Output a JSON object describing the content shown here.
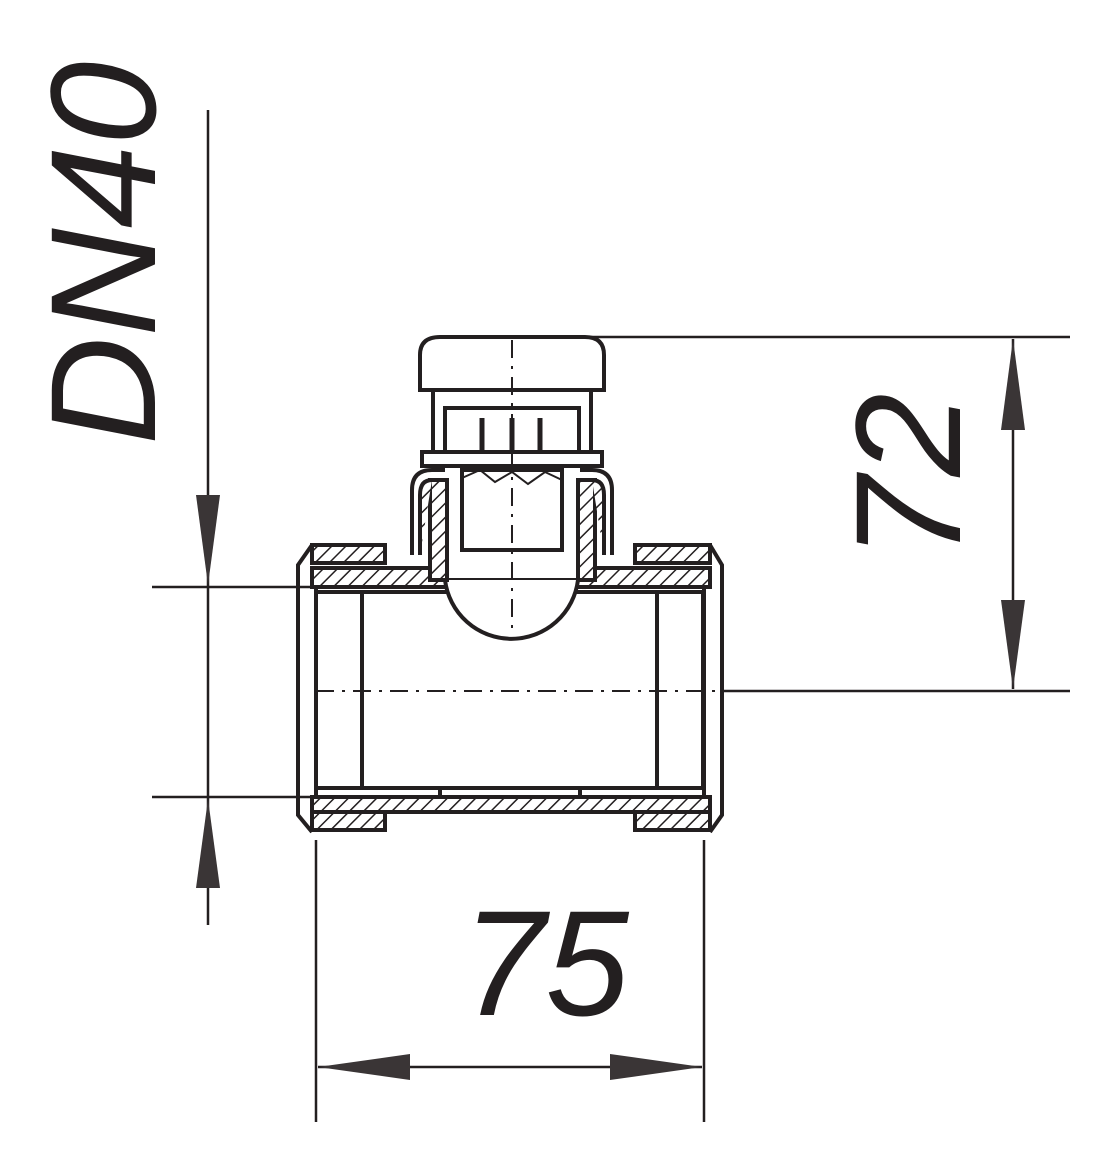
{
  "drawing": {
    "type": "technical-section-drawing",
    "subject": "pipe tee fitting with cap",
    "line_color": "#231f20",
    "background": "#ffffff"
  },
  "dimensions": {
    "nominal_diameter": {
      "label": "DN40",
      "orientation": "vertical"
    },
    "height": {
      "label": "72",
      "orientation": "vertical"
    },
    "length": {
      "label": "75",
      "orientation": "horizontal"
    }
  }
}
